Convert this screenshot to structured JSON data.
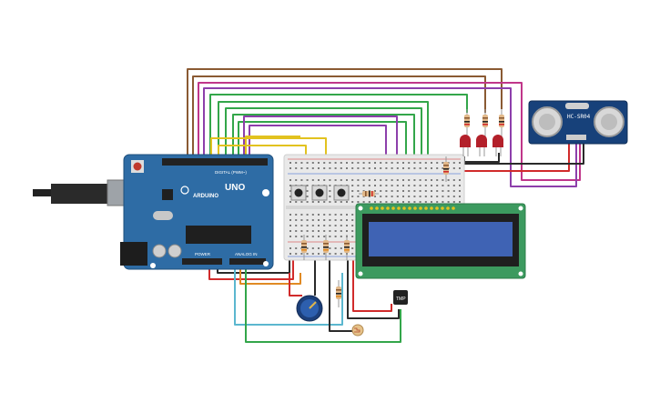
{
  "arduino": {
    "brand": "ARDUINO",
    "model": "UNO",
    "digital_header": "DIGITAL (PWM~)",
    "power_label": "POWER",
    "analog_label": "ANALOG IN",
    "colors": {
      "board": "#2e6ca5",
      "header": "#222222"
    }
  },
  "sensor": {
    "label": "HC-SR04",
    "color": "#17417a"
  },
  "lcd": {
    "pcb_color": "#3c9a5f",
    "screen_color": "#3f63b4"
  },
  "thermo": {
    "label": "TMP"
  },
  "wire_colors": {
    "brown": "#8a5a33",
    "magenta": "#c0368a",
    "purple": "#8d3fab",
    "green": "#33a64a",
    "yellow": "#e2c21f",
    "red": "#d12b2b",
    "black": "#2a2a2a",
    "cyan": "#5bb7cf",
    "orange": "#e08a24"
  }
}
